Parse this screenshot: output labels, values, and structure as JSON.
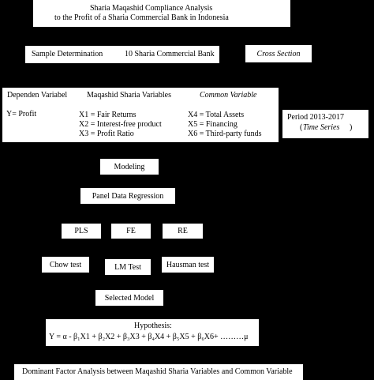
{
  "title": {
    "line1": "Sharia Maqashid Compliance Analysis",
    "line2": "to the Profit of a Sharia Commercial Bank in Indonesia"
  },
  "sample": {
    "text": "Sample Determination",
    "target": "10 Sharia Commercial Bank"
  },
  "cross_section": "Cross Section",
  "variables": {
    "dependent_heading": "Dependen Variabel",
    "maqashid_heading": "Maqashid Sharia Variables",
    "common_heading": "Common Variable",
    "dependent_item": "Y= Profit",
    "maqashid_items": [
      "X1 = Fair Returns",
      "X2 = Interest-free product",
      "X3 = Profit Ratio"
    ],
    "common_items": [
      "X4 = Total Assets",
      "X5 = Financing",
      "X6 = Third-party funds"
    ]
  },
  "period": {
    "line1": "Period 2013-2017",
    "line2": "Time Series"
  },
  "modeling": "Modeling",
  "panel": "Panel Data Regression",
  "models": [
    "PLS",
    "FE",
    "RE"
  ],
  "tests": [
    "Chow test",
    "LM Test",
    "Hausman test"
  ],
  "selected": "Selected Model",
  "hypothesis": {
    "label": "Hypothesis:",
    "equation": "Y = α - β₁X1 + β₂X2 + β₃X3 + β₄X4 + β₅X5 + β₆X6+ ………μ"
  },
  "footer": "Dominant Factor Analysis between Maqashid Sharia Variables and Common Variable"
}
